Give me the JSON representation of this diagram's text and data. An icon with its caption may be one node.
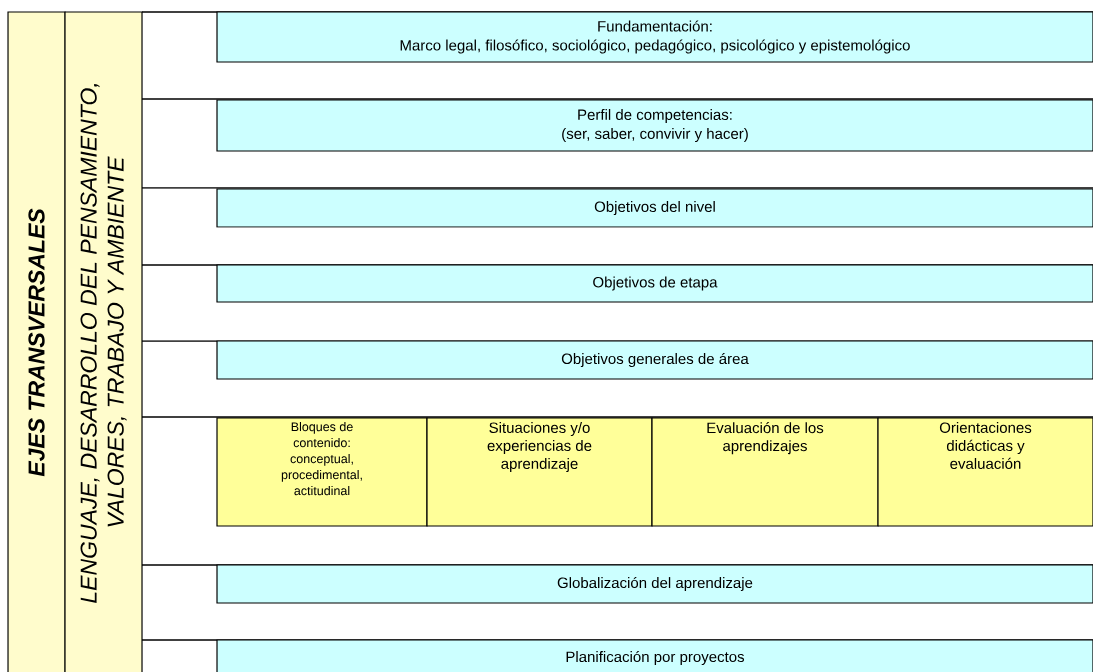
{
  "diagram": {
    "nodes": [
      {
        "text": [
          "EJES TRANSVERSALES"
        ]
      },
      {
        "text": [
          "LENGUAJE, DESARROLLO DEL PENSAMIENTO, VALORES, TRABAJO Y AMBIENTE"
        ]
      },
      {
        "text": [
          "Fundamentación:",
          "Marco legal, filosófico, sociológico, pedagógico, psicológico y epistemológico"
        ]
      },
      {
        "text": [
          "Perfil de competencias:",
          "(ser, saber, convivir y hacer)"
        ]
      },
      {
        "text": [
          "Objetivos del nivel"
        ]
      },
      {
        "text": [
          "Objetivos de etapa"
        ]
      },
      {
        "text": [
          "Objetivos generales de área"
        ]
      },
      {
        "text": [
          "Bloques de contenido: conceptual, procedimental, actitudinal"
        ]
      },
      {
        "text": [
          "Situaciones y/o experiencias de aprendizaje"
        ]
      },
      {
        "text": [
          "Evaluación de los aprendizajes"
        ]
      },
      {
        "text": [
          "Orientaciones didácticas y evaluación"
        ]
      },
      {
        "text": [
          "Globalización del aprendizaje"
        ]
      },
      {
        "text": [
          "Planificación por proyectos"
        ]
      }
    ]
  }
}
